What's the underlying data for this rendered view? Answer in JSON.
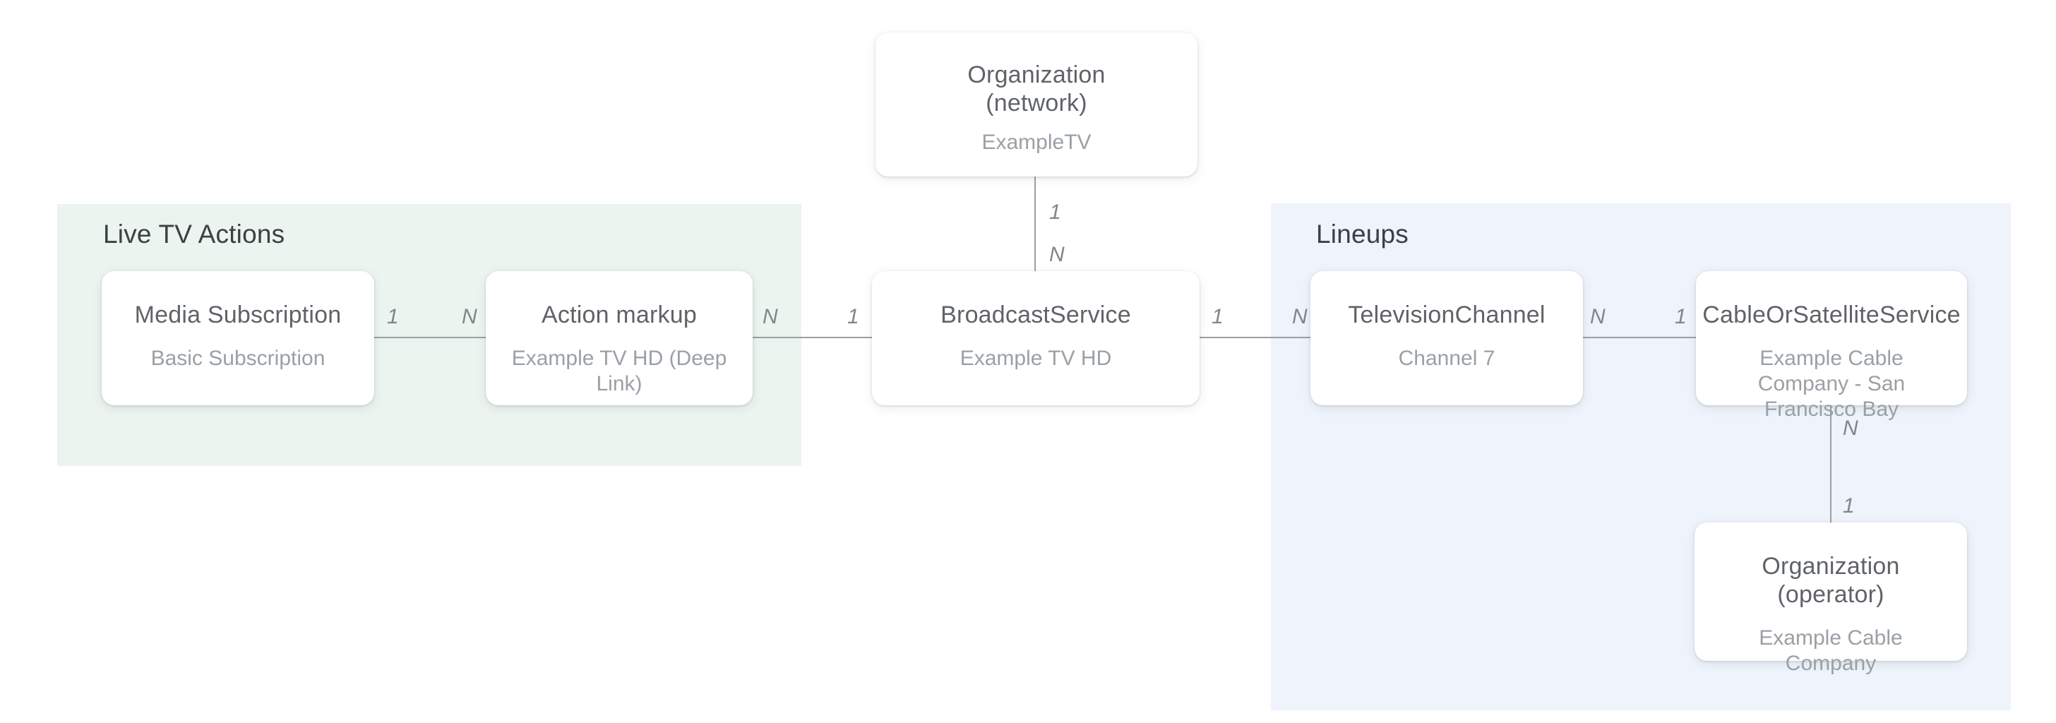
{
  "diagram": {
    "regions": {
      "live_tv_actions": {
        "label": "Live TV Actions",
        "bg_color": "#ebf4ef"
      },
      "lineups": {
        "label": "Lineups",
        "bg_color": "#eef3fc"
      }
    },
    "nodes": {
      "org_network": {
        "title_line1": "Organization",
        "title_line2": "(network)",
        "subtitle": "ExampleTV"
      },
      "media_subscription": {
        "title": "Media Subscription",
        "subtitle": "Basic Subscription"
      },
      "action_markup": {
        "title": "Action markup",
        "subtitle": "Example TV HD (Deep Link)"
      },
      "broadcast_service": {
        "title": "BroadcastService",
        "subtitle": "Example TV HD"
      },
      "television_channel": {
        "title": "TelevisionChannel",
        "subtitle": "Channel 7"
      },
      "cable_or_satellite_service": {
        "title": "CableOrSatelliteService",
        "subtitle": "Example Cable Company - San Francisco Bay"
      },
      "org_operator": {
        "title": "Organization (operator)",
        "subtitle": "Example Cable Company"
      }
    },
    "edges": {
      "network_to_broadcast": {
        "from": "1",
        "to": "N"
      },
      "media_to_action": {
        "from": "1",
        "to": "N"
      },
      "action_to_broadcast": {
        "from": "N",
        "to": "1"
      },
      "broadcast_to_tv": {
        "from": "1",
        "to": "N"
      },
      "tv_to_cable": {
        "from": "N",
        "to": "1"
      },
      "cable_to_operator": {
        "from": "N",
        "to": "1"
      }
    },
    "colors": {
      "canvas_bg": "#ffffff",
      "node_bg": "#ffffff",
      "line": "#9aa0a6",
      "heading_text": "#3c4043",
      "node_title_text": "#5f6368",
      "node_subtitle_text": "#9aa0a6",
      "cardinality_text": "#80868b"
    }
  }
}
